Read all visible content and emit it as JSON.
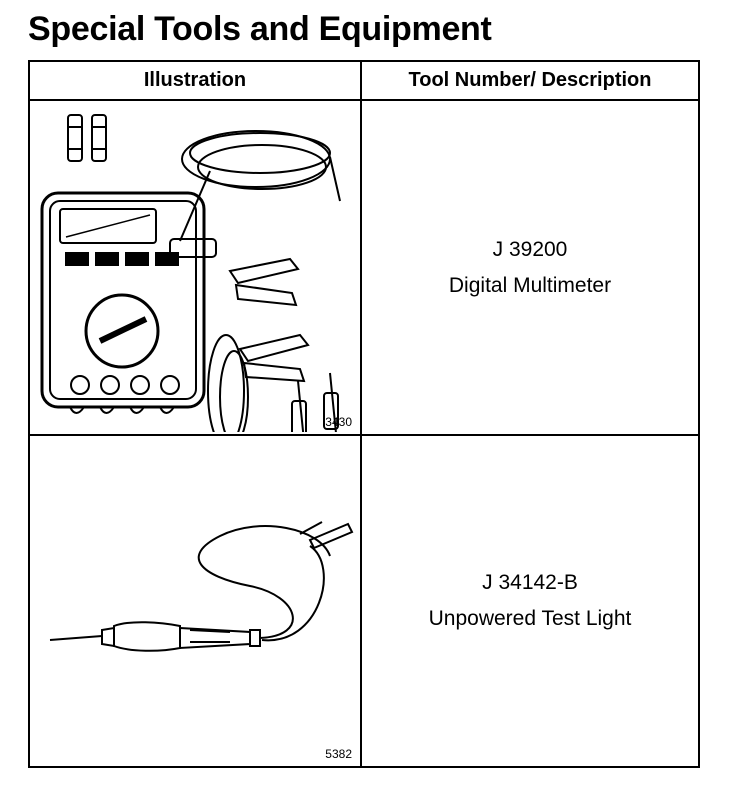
{
  "page": {
    "title": "Special Tools and Equipment"
  },
  "table": {
    "headers": {
      "illustration": "Illustration",
      "tool": "Tool Number/ Description"
    },
    "rows": [
      {
        "figure_number": "3430",
        "tool_number": "J 39200",
        "description": "Digital Multimeter",
        "illustration_icon": "digital-multimeter-icon"
      },
      {
        "figure_number": "5382",
        "tool_number": "J 34142-B",
        "description": "Unpowered Test Light",
        "illustration_icon": "test-light-icon"
      }
    ]
  }
}
